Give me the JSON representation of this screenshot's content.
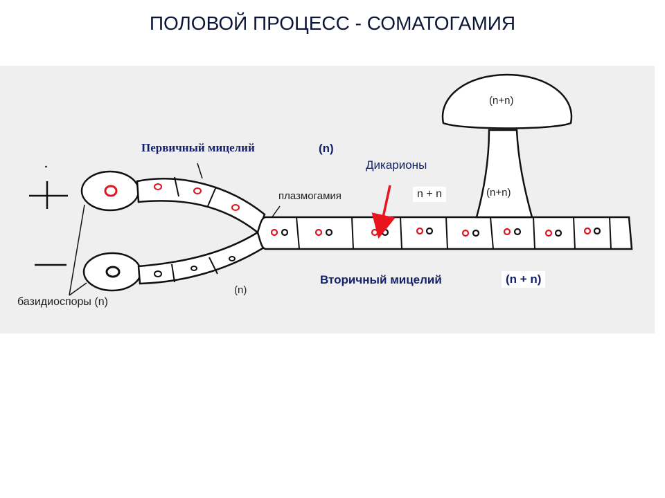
{
  "title": "ПОЛОВОЙ ПРОЦЕСС - СОМАТОГАМИЯ",
  "labels": {
    "primary_mycelium": "Первичный мицелий",
    "primary_ploidy": "(n)",
    "dikaryons": "Дикарионы",
    "n_plus_n_box": "n + n",
    "plasmogamy": "плазмогамия",
    "cap_ploidy": "(n+n)",
    "stipe_ploidy": "(n+n)",
    "secondary_mycelium": "Вторичный мицелий",
    "secondary_ploidy": "(n + n)",
    "lower_hypha_ploidy": "(n)",
    "basidiospores": "базидиоспоры (n)"
  },
  "colors": {
    "nucleus_red": "#e0141e",
    "nucleus_black": "#111111",
    "title_text": "#0b1536",
    "label_blue": "#13216a",
    "arrow": "#e8141e"
  },
  "icons": {
    "plus_sign": "plus-icon",
    "minus_sign": "minus-icon"
  }
}
